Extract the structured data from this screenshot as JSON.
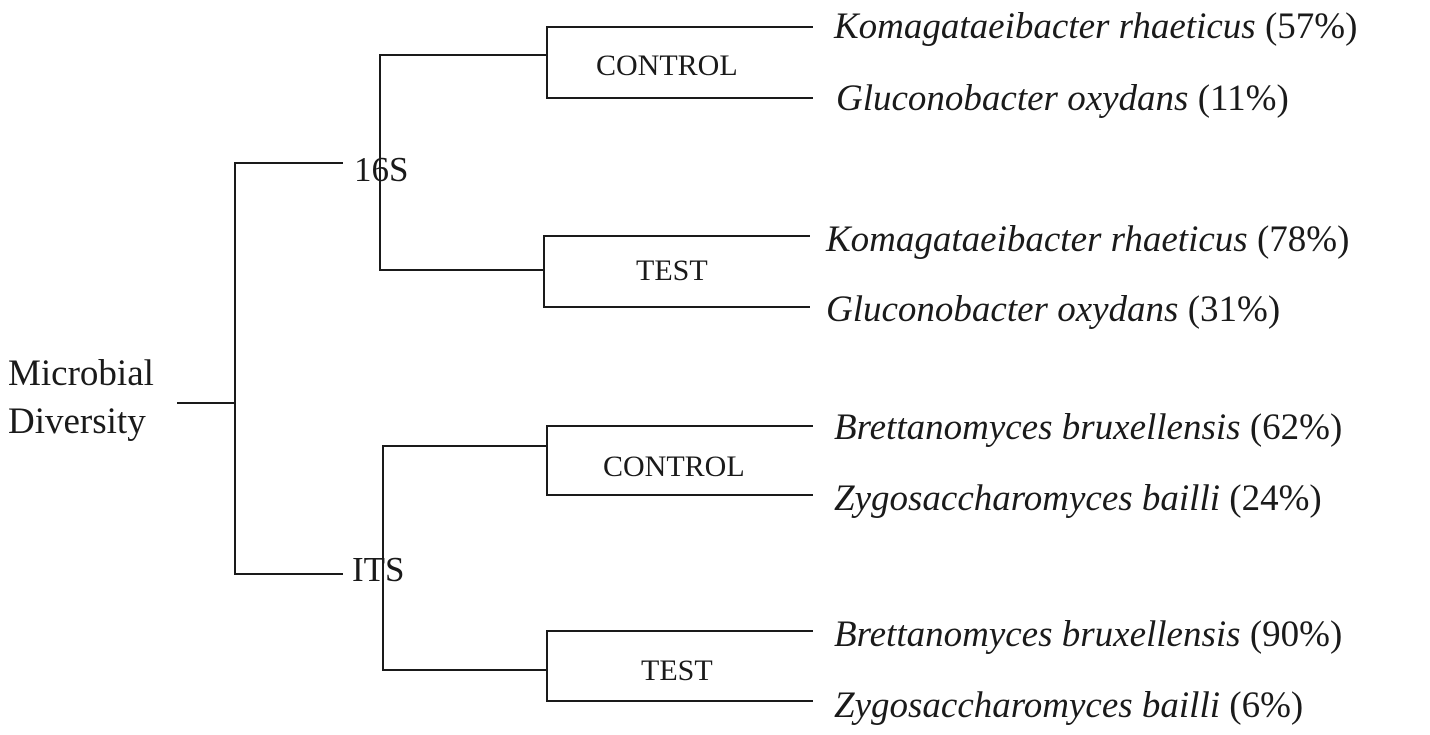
{
  "root": {
    "line1": "Microbial",
    "line2": "Diversity"
  },
  "branches": [
    {
      "marker": "16S",
      "groups": [
        {
          "label": "CONTROL",
          "leaves": [
            {
              "species": "Komagataeibacter rhaeticus",
              "percent": "(57%)"
            },
            {
              "species": "Gluconobacter oxydans",
              "percent": "(11%)"
            }
          ]
        },
        {
          "label": "TEST",
          "leaves": [
            {
              "species": "Komagataeibacter rhaeticus",
              "percent": "(78%)"
            },
            {
              "species": "Gluconobacter oxydans",
              "percent": "(31%)"
            }
          ]
        }
      ]
    },
    {
      "marker": "ITS",
      "groups": [
        {
          "label": "CONTROL",
          "leaves": [
            {
              "species": "Brettanomyces bruxellensis",
              "percent": "(62%)"
            },
            {
              "species": "Zygosaccharomyces bailli",
              "percent": "(24%)"
            }
          ]
        },
        {
          "label": "TEST",
          "leaves": [
            {
              "species": "Brettanomyces bruxellensis",
              "percent": "(90%)"
            },
            {
              "species": "Zygosaccharomyces bailli",
              "percent": "(6%)"
            }
          ]
        }
      ]
    }
  ]
}
